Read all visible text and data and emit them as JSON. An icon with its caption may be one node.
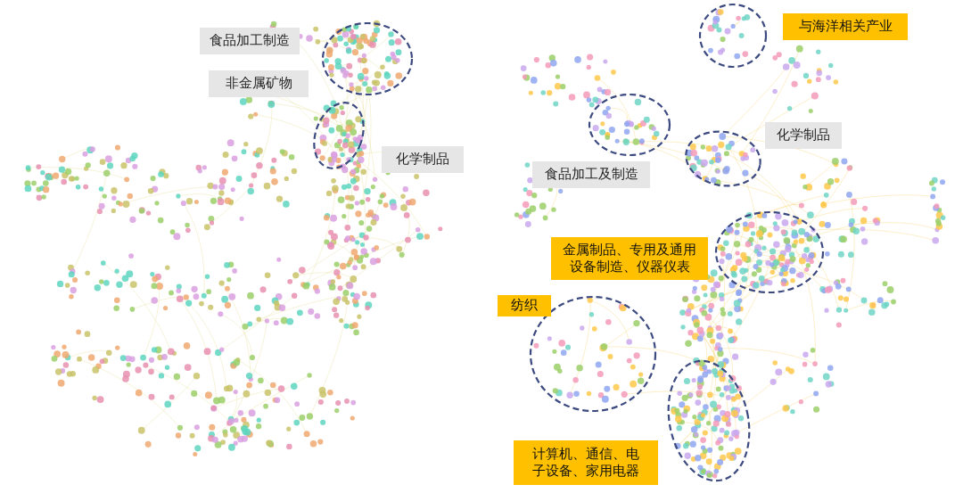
{
  "diagram": {
    "nodes": [
      {
        "text": [
          "食品加工制造"
        ]
      },
      {
        "text": [
          "非金属矿物"
        ]
      },
      {
        "text": [
          "化学制品"
        ]
      },
      {
        "text": [
          "与海洋相关产业"
        ]
      },
      {
        "text": [
          "化学制品"
        ]
      },
      {
        "text": [
          "食品加工及制造"
        ]
      },
      {
        "text": [
          "金属制品、专用及通用设备制造、仪器仪表"
        ]
      },
      {
        "text": [
          "纺织"
        ]
      },
      {
        "text": [
          "计算机、通信、电子设备、家用电器"
        ]
      }
    ]
  }
}
